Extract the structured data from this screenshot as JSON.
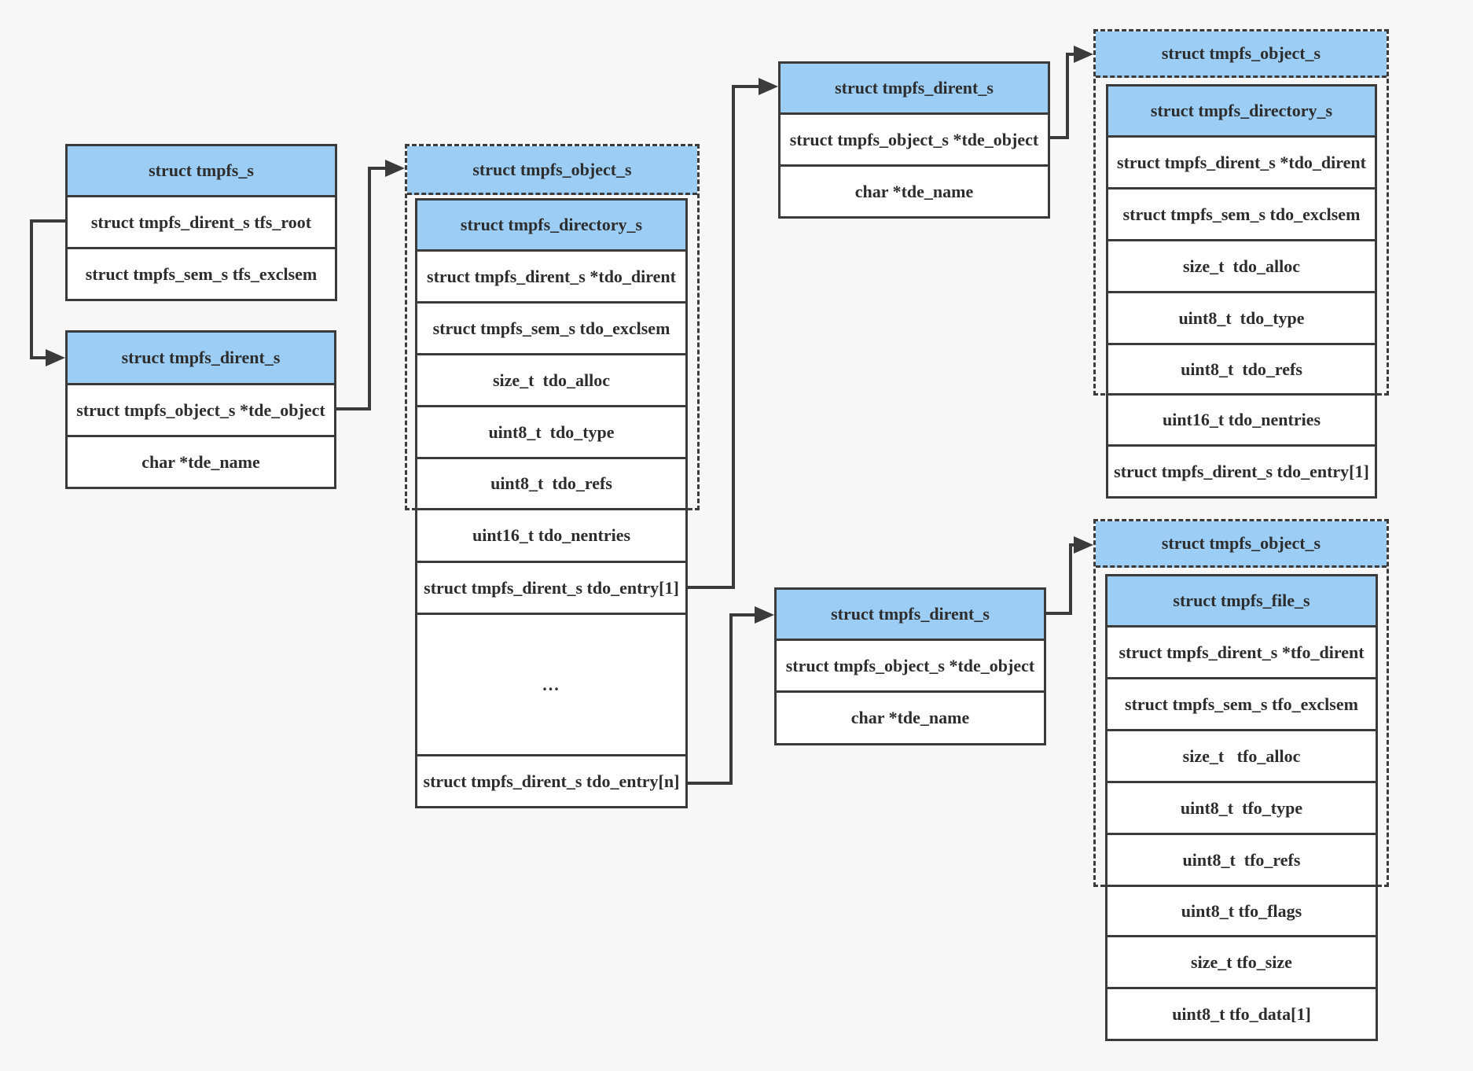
{
  "diagram": {
    "colors": {
      "header_fill": "#9bcdf5",
      "line": "#3b3b3b",
      "background": "#f7f7f8",
      "cell_fill": "#ffffff"
    },
    "boxes": {
      "tmpfs_root": {
        "title": "struct tmpfs_s",
        "fields": [
          "struct tmpfs_dirent_s tfs_root",
          "struct tmpfs_sem_s tfs_exclsem"
        ]
      },
      "dirent_root": {
        "title": "struct tmpfs_dirent_s",
        "fields": [
          "struct tmpfs_object_s *tde_object",
          "char *tde_name"
        ]
      },
      "object_root_dir": {
        "outer_title": "struct tmpfs_object_s",
        "inner_title": "struct tmpfs_directory_s",
        "inner_fields": [
          "struct tmpfs_dirent_s *tdo_dirent",
          "struct tmpfs_sem_s tdo_exclsem",
          "size_t  tdo_alloc",
          "uint8_t  tdo_type",
          "uint8_t  tdo_refs"
        ],
        "tail_fields": [
          "uint16_t tdo_nentries",
          "struct tmpfs_dirent_s tdo_entry[1]",
          "...",
          "struct tmpfs_dirent_s tdo_entry[n]"
        ]
      },
      "dirent_child1": {
        "title": "struct tmpfs_dirent_s",
        "fields": [
          "struct tmpfs_object_s *tde_object",
          "char *tde_name"
        ]
      },
      "object_child1_dir": {
        "outer_title": "struct tmpfs_object_s",
        "inner_title": "struct tmpfs_directory_s",
        "inner_fields": [
          "struct tmpfs_dirent_s *tdo_dirent",
          "struct tmpfs_sem_s tdo_exclsem",
          "size_t  tdo_alloc",
          "uint8_t  tdo_type",
          "uint8_t  tdo_refs"
        ],
        "tail_fields": [
          "uint16_t tdo_nentries",
          "struct tmpfs_dirent_s tdo_entry[1]"
        ]
      },
      "dirent_childn": {
        "title": "struct tmpfs_dirent_s",
        "fields": [
          "struct tmpfs_object_s *tde_object",
          "char *tde_name"
        ]
      },
      "object_childn_file": {
        "outer_title": "struct tmpfs_object_s",
        "inner_title": "struct tmpfs_file_s",
        "inner_fields": [
          "struct tmpfs_dirent_s *tfo_dirent",
          "struct tmpfs_sem_s tfo_exclsem",
          "size_t   tfo_alloc",
          "uint8_t  tfo_type",
          "uint8_t  tfo_refs"
        ],
        "tail_fields": [
          "uint8_t tfo_flags",
          "size_t tfo_size",
          "uint8_t tfo_data[1]"
        ]
      }
    }
  }
}
